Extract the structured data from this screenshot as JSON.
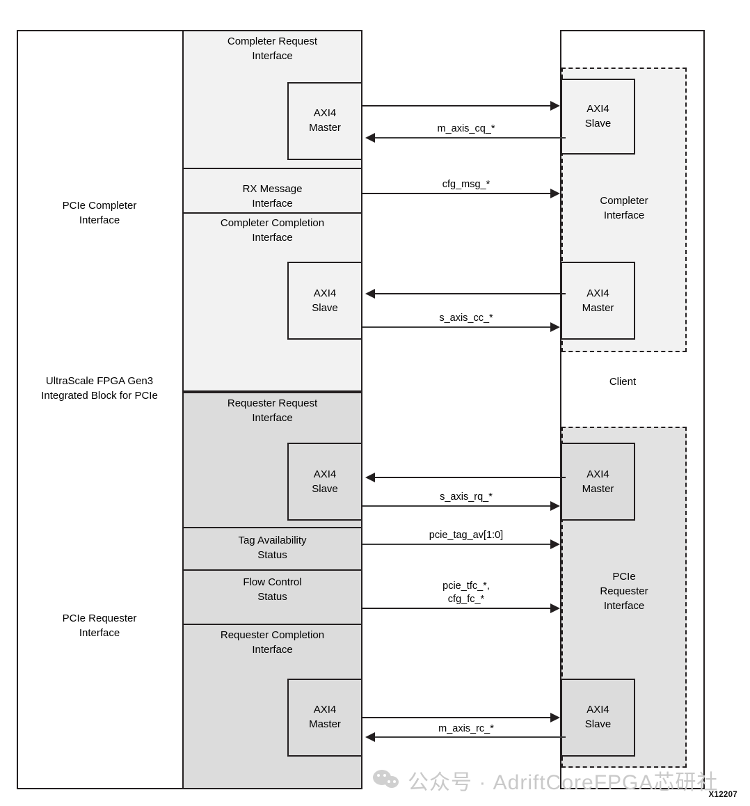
{
  "diagram": {
    "figure_id": "X12207",
    "colors": {
      "stroke": "#231f20",
      "completer_fill": "#f2f2f2",
      "requester_fill": "#dcdcdc",
      "client_upper_fill": "#f2f2f2",
      "client_lower_fill": "#e2e2e2",
      "axi_box_fill_light": "#f2f2f2",
      "axi_box_fill_dark": "#dcdcdc",
      "background": "#ffffff",
      "watermark": "#c9c9c9"
    },
    "left_column": {
      "name": "UltraScale FPGA Gen3 Integrated Block for PCIe",
      "labels": [
        "PCIe Completer\nInterface",
        "UltraScale FPGA Gen3\nIntegrated Block for PCIe",
        "PCIe Requester\nInterface"
      ]
    },
    "interface_sections": [
      {
        "title": "Completer Request\nInterface",
        "group": "completer"
      },
      {
        "title": "RX Message\nInterface",
        "group": "completer"
      },
      {
        "title": "Completer Completion\nInterface",
        "group": "completer"
      },
      {
        "title": "Requester Request\nInterface",
        "group": "requester"
      },
      {
        "title": "Tag Availability\nStatus",
        "group": "requester"
      },
      {
        "title": "Flow Control\nStatus",
        "group": "requester"
      },
      {
        "title": "Requester Completion\nInterface",
        "group": "requester"
      }
    ],
    "axi_blocks_left": [
      {
        "role": "AXI4\nMaster",
        "section": "Completer Request Interface"
      },
      {
        "role": "AXI4\nSlave",
        "section": "Completer Completion Interface"
      },
      {
        "role": "AXI4\nSlave",
        "section": "Requester Request Interface"
      },
      {
        "role": "AXI4\nMaster",
        "section": "Requester Completion Interface"
      }
    ],
    "axi_blocks_right": [
      {
        "role": "AXI4\nSlave",
        "section": "Completer Interface"
      },
      {
        "role": "AXI4\nMaster",
        "section": "Completer Interface"
      },
      {
        "role": "AXI4\nMaster",
        "section": "PCIe Requester Interface"
      },
      {
        "role": "AXI4\nSlave",
        "section": "PCIe Requester Interface"
      }
    ],
    "right_column": {
      "name": "Client",
      "label": "Client",
      "groups": [
        {
          "label": "Completer\nInterface"
        },
        {
          "label": "PCIe\nRequester\nInterface"
        }
      ]
    },
    "signals": [
      {
        "name": "m_axis_cq_*",
        "direction_top": "right",
        "direction_bottom": "left"
      },
      {
        "name": "cfg_msg_*",
        "direction_top": "right",
        "direction_bottom": null
      },
      {
        "name": "s_axis_cc_*",
        "direction_top": "left",
        "direction_bottom": "right"
      },
      {
        "name": "s_axis_rq_*",
        "direction_top": "left",
        "direction_bottom": "right"
      },
      {
        "name": "pcie_tag_av[1:0]",
        "direction_top": "right",
        "direction_bottom": null
      },
      {
        "name": "pcie_tfc_*,\ncfg_fc_*",
        "direction_top": "right",
        "direction_bottom": null
      },
      {
        "name": "m_axis_rc_*",
        "direction_top": "right",
        "direction_bottom": "left"
      }
    ],
    "watermark": {
      "text": "公众号 · AdriftCoreFPGA芯研社",
      "icon": "wechat-icon"
    }
  }
}
